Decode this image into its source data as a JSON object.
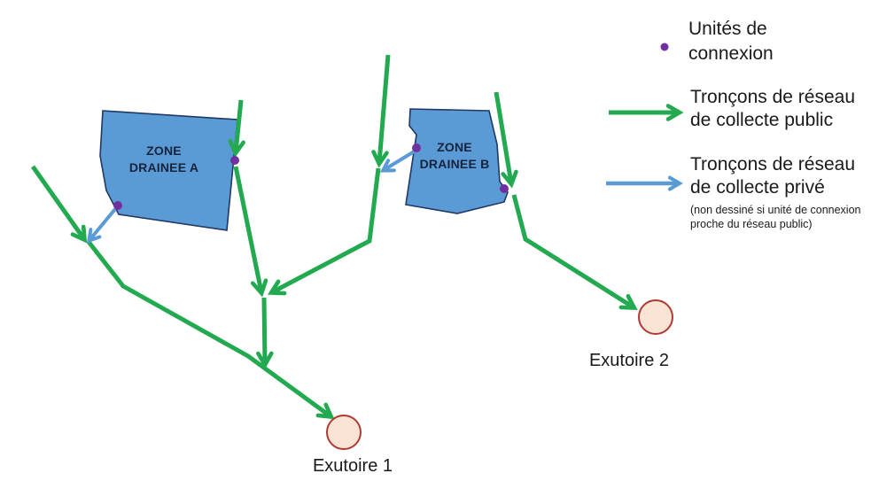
{
  "diagram": {
    "zones": [
      {
        "id": "zone-a",
        "label": "ZONE\nDRAINEE A"
      },
      {
        "id": "zone-b",
        "label": "ZONE\nDRAINEE B"
      }
    ],
    "outlets": [
      {
        "label": "Exutoire 1"
      },
      {
        "label": "Exutoire 2"
      }
    ],
    "network": {
      "public_segments_count": 9,
      "private_segments_count": 2,
      "connection_units_count": 4
    }
  },
  "legend": {
    "items": [
      {
        "symbol": "connection-unit-dot",
        "label": "Unités de\nconnexion"
      },
      {
        "symbol": "public-network-arrow",
        "label": "Tronçons de réseau\nde collecte public"
      },
      {
        "symbol": "private-network-arrow",
        "label": "Tronçons de réseau\nde collecte privé",
        "note": "(non dessiné si unité de connexion\nproche du réseau public)"
      }
    ]
  },
  "colors": {
    "public_network_green": "#23aa50",
    "private_network_blue": "#5b9bd5",
    "zone_fill": "#5b9bd5",
    "zone_border": "#1f3864",
    "connection_unit_purple": "#7030a0",
    "outlet_fill": "#f9e4d6",
    "outlet_border": "#ae3b32",
    "text_black": "#1a1a1a",
    "background": "#ffffff"
  }
}
